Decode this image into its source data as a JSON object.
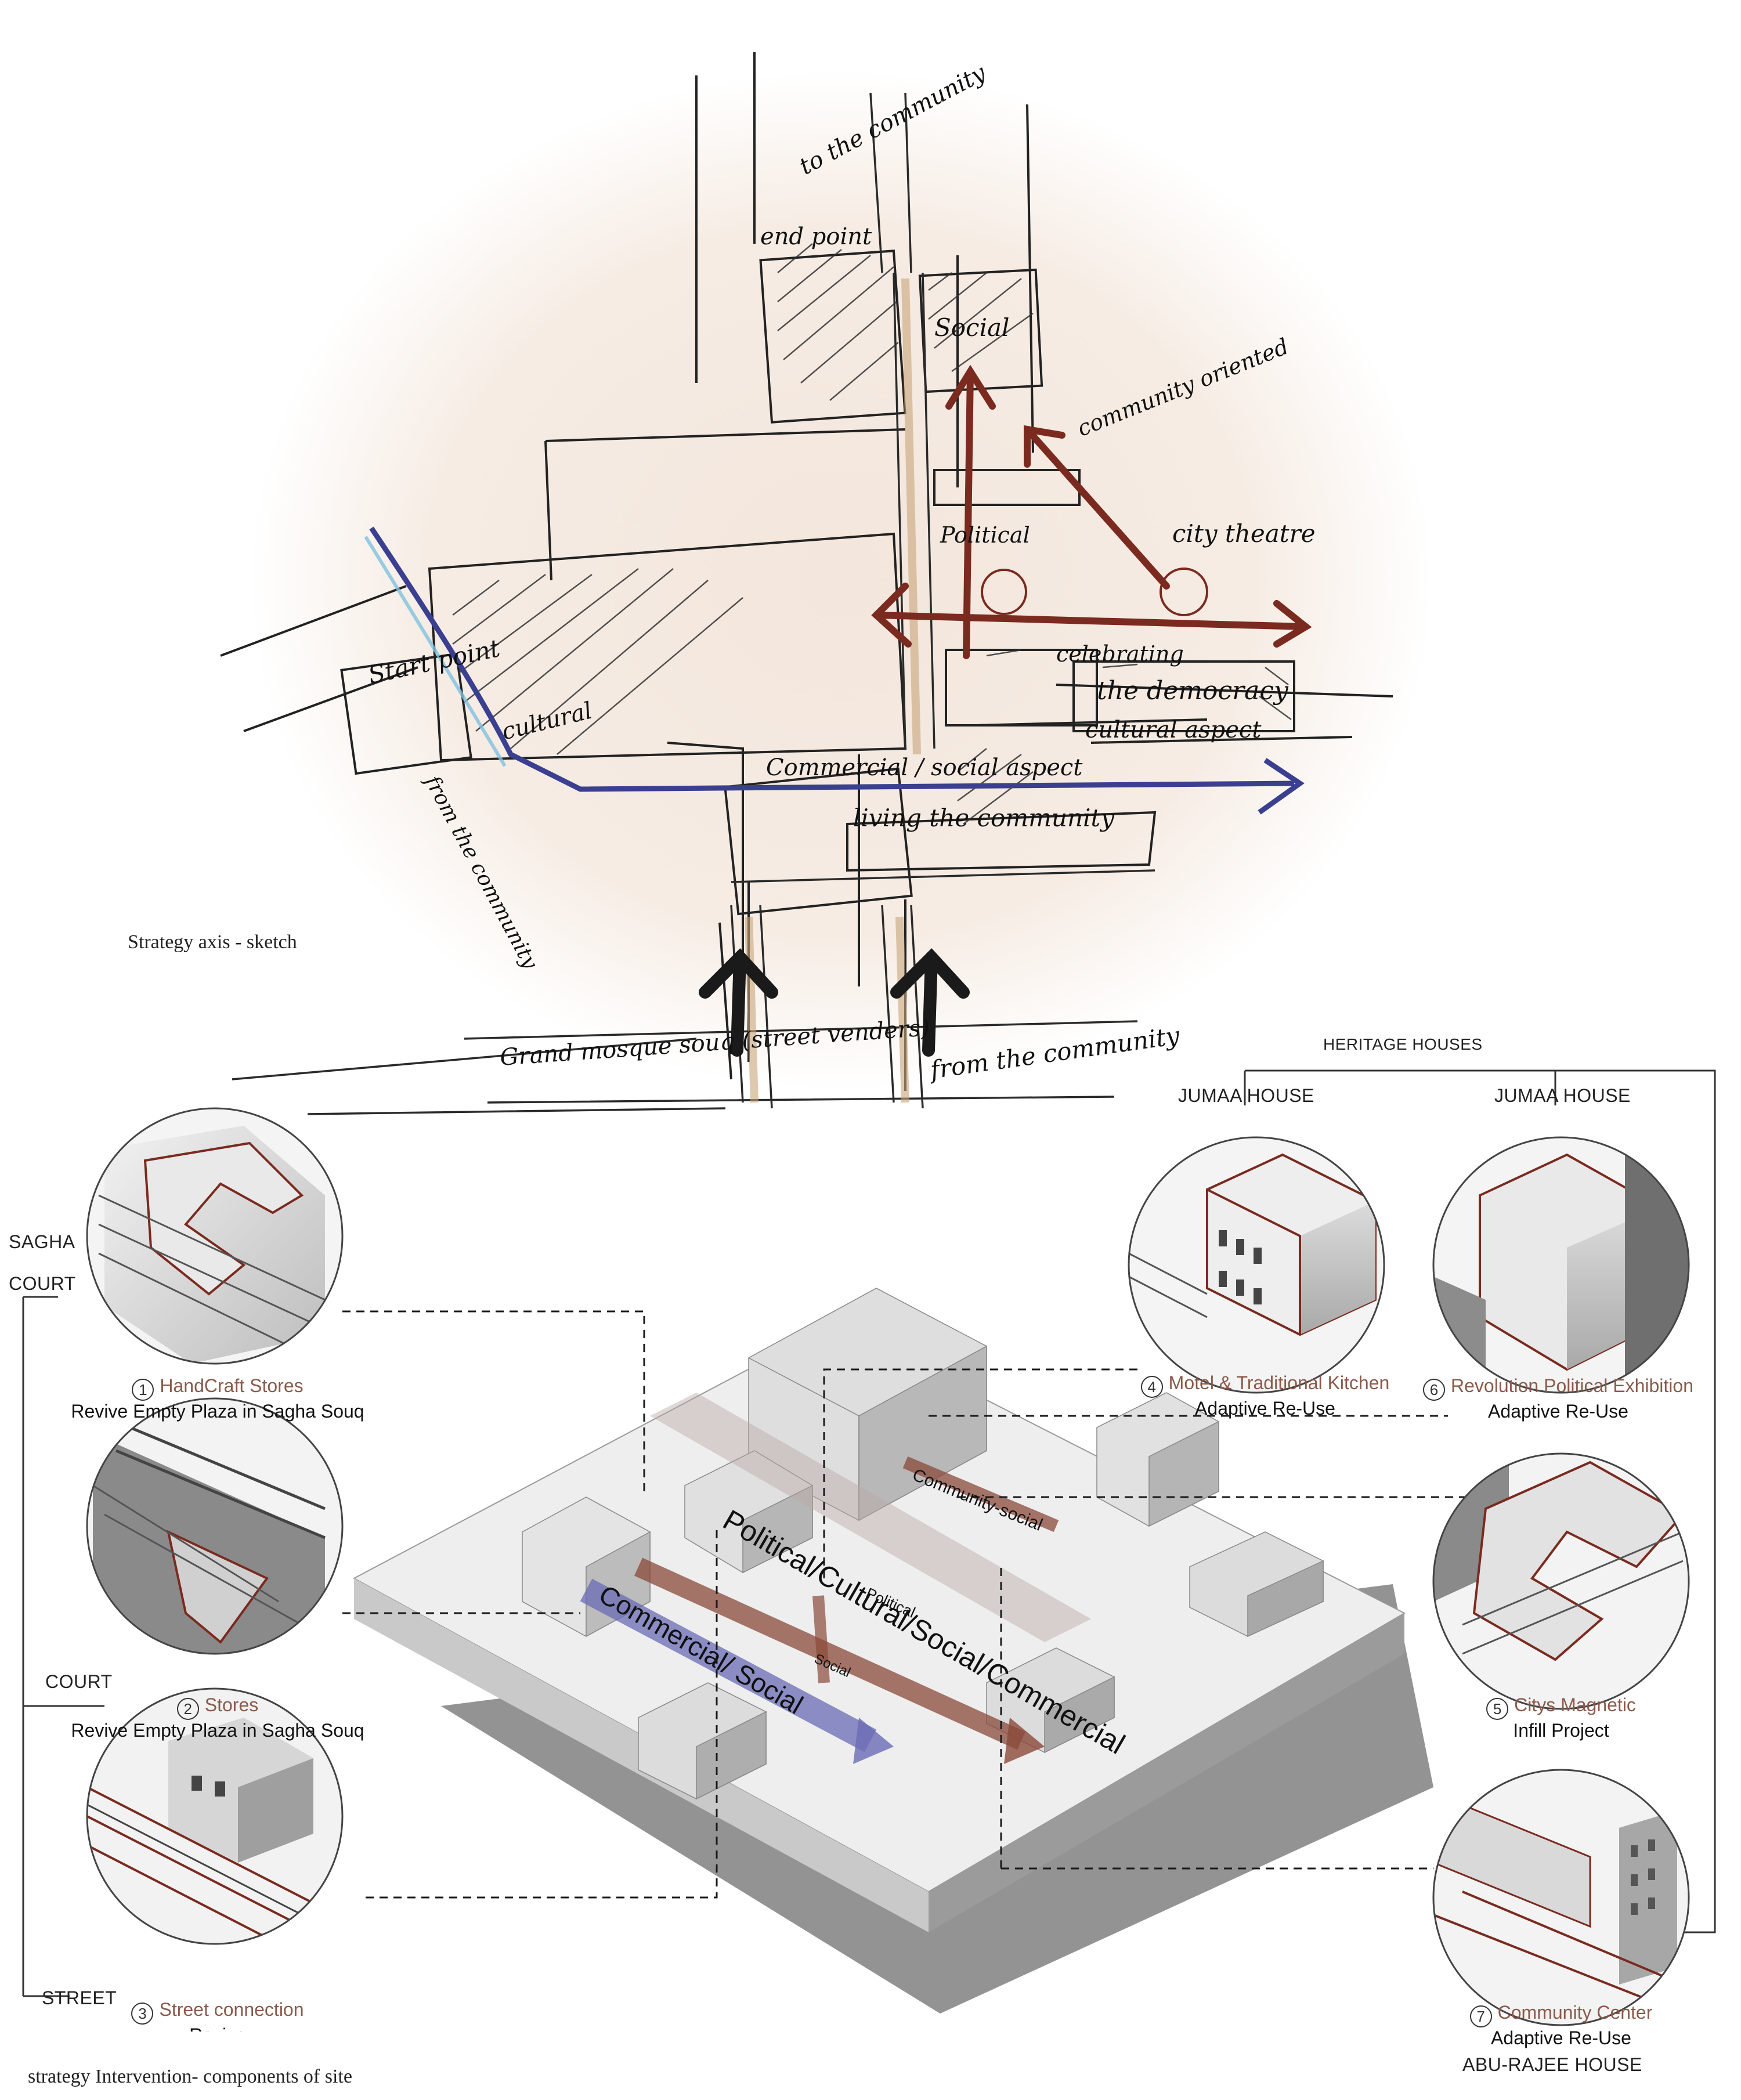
{
  "sketch": {
    "caption": "Strategy axis - sketch",
    "notes": {
      "to_community": "to the community",
      "end_point": "end point",
      "social": "Social",
      "community_oriented": "community oriented",
      "political": "Political",
      "city_theatre": "city theatre",
      "celebrating": "celebrating",
      "the_democracy": "the democracy",
      "cultural_aspect": "cultural aspect",
      "start_point": "Start point",
      "cultural": "cultural",
      "from_the_community_left": "from the community",
      "commercial_social_aspect": "Commercial / social aspect",
      "living_the_community": "living the community",
      "grand_mosque_souq": "Grand mosque souq (street venders)",
      "from_the_community_bottom": "from the community"
    }
  },
  "axis_labels": {
    "political_axis": "Political/Cultural/Social/Commercial",
    "commercial_axis": "Commercial/ Social",
    "community_social": "Community-social",
    "political_small": "Political",
    "social_small": "Social"
  },
  "left_labels": {
    "sagha": "SAGHA",
    "court_top": "COURT",
    "court_mid": "COURT",
    "street": "STREET"
  },
  "right_labels": {
    "heritage_houses": "HERITAGE HOUSES",
    "jumaa_house_1": "JUMAA HOUSE",
    "jumaa_house_2": "JUMAA HOUSE",
    "abu_rajee_house": "ABU-RAJEE HOUSE"
  },
  "components": [
    {
      "num": "1",
      "title": "HandCraft Stores",
      "subtitle": "Revive Empty Plaza in Sagha Souq"
    },
    {
      "num": "2",
      "title": "Stores",
      "subtitle": "Revive Empty Plaza in Sagha Souq"
    },
    {
      "num": "3",
      "title": "Street connection",
      "subtitle": "Revive"
    },
    {
      "num": "4",
      "title": "Motel & Traditional Kitchen",
      "subtitle": "Adaptive Re-Use"
    },
    {
      "num": "5",
      "title": "Citys Magnetic",
      "subtitle": "Infill Project"
    },
    {
      "num": "6",
      "title": "Revolution Political Exhibition",
      "subtitle": "Adaptive Re-Use"
    },
    {
      "num": "7",
      "title": "Community Center",
      "subtitle": "Adaptive Re-Use"
    }
  ],
  "bottom_caption": "strategy Intervention- components of site",
  "colors": {
    "blue_axis": "#3b3f8f",
    "red_axis": "#7a2a1f",
    "black_arrow": "#1a1a1a",
    "accent_text": "#8a5a4a"
  }
}
